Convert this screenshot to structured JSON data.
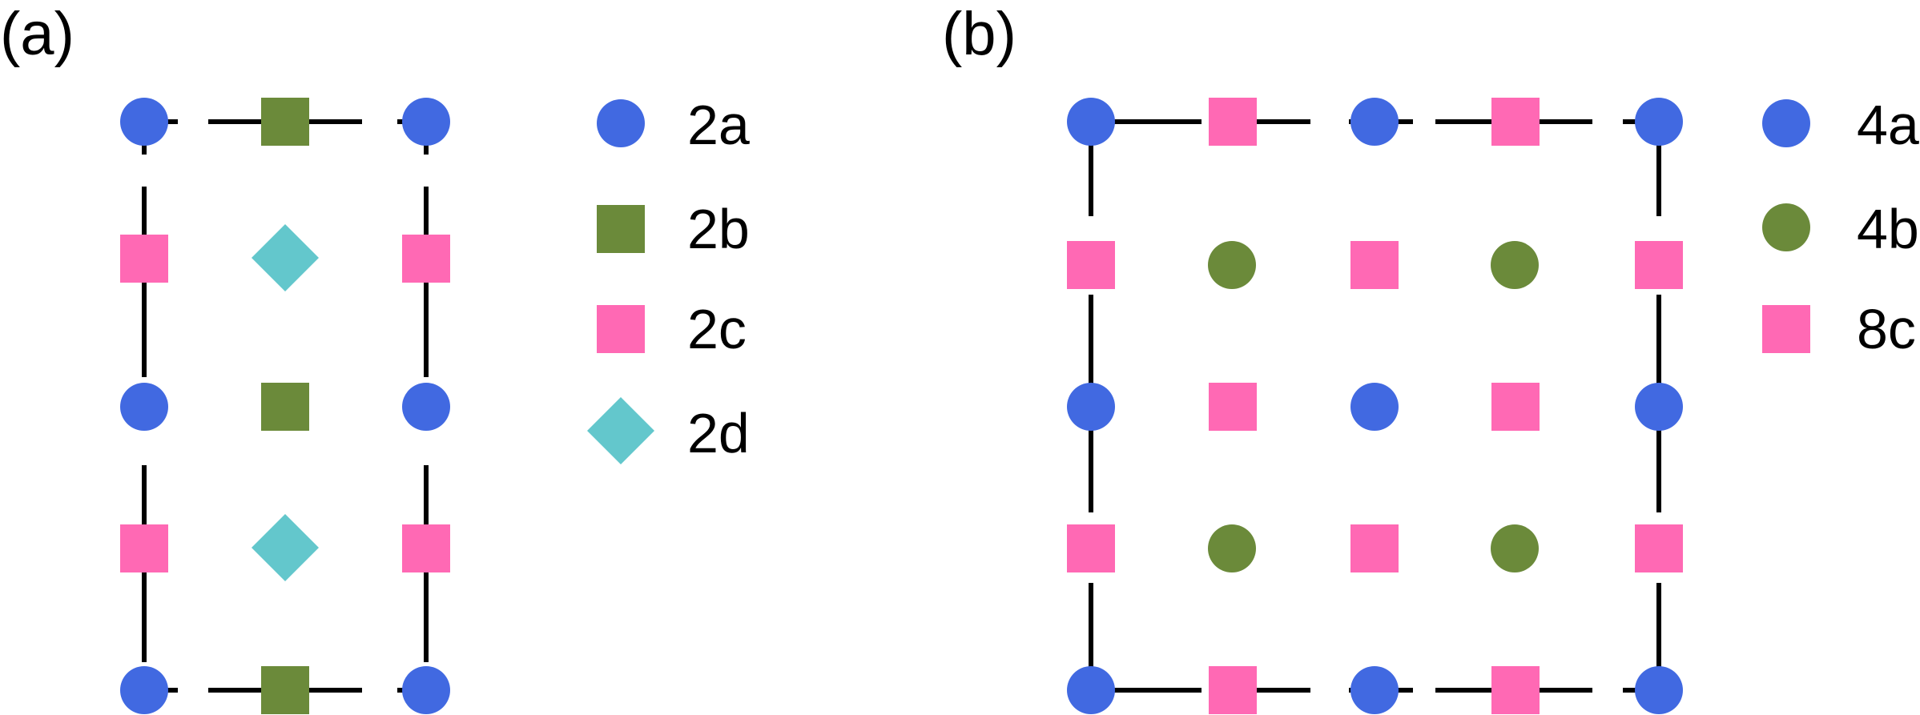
{
  "colors": {
    "blue_circle": "#4169e1",
    "green": "#6b8a3a",
    "pink": "#ff69b4",
    "cyan": "#63c7cc",
    "line": "#000000",
    "background": "#ffffff"
  },
  "panels": [
    {
      "id": "a",
      "label": "(a)",
      "legend": [
        {
          "label": "2a",
          "shape": "circle",
          "color": "blue_circle"
        },
        {
          "label": "2b",
          "shape": "square",
          "color": "green"
        },
        {
          "label": "2c",
          "shape": "square",
          "color": "pink"
        },
        {
          "label": "2d",
          "shape": "diamond",
          "color": "cyan"
        }
      ]
    },
    {
      "id": "b",
      "label": "(b)",
      "legend": [
        {
          "label": "4a",
          "shape": "circle",
          "color": "blue_circle"
        },
        {
          "label": "4b",
          "shape": "circle",
          "color": "green"
        },
        {
          "label": "8c",
          "shape": "square",
          "color": "pink"
        }
      ]
    }
  ]
}
